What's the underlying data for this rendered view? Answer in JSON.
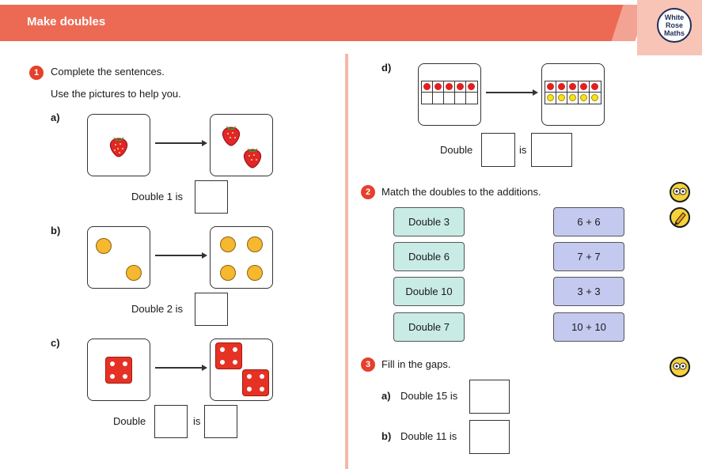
{
  "header": {
    "title": "Make doubles",
    "logo_lines": [
      "White",
      "Rose",
      "Maths"
    ]
  },
  "q1": {
    "number": "1",
    "instruction": "Complete the sentences.",
    "hint": "Use the pictures to help you.",
    "a": {
      "label": "a)",
      "sentence": "Double 1 is"
    },
    "b": {
      "label": "b)",
      "sentence": "Double 2 is"
    },
    "c": {
      "label": "c)",
      "word1": "Double",
      "word2": "is"
    },
    "d": {
      "label": "d)",
      "word1": "Double",
      "word2": "is"
    }
  },
  "q2": {
    "number": "2",
    "instruction": "Match the doubles to the additions.",
    "left": [
      "Double 3",
      "Double 6",
      "Double 10",
      "Double 7"
    ],
    "right": [
      "6 + 6",
      "7 + 7",
      "3 + 3",
      "10 + 10"
    ]
  },
  "q3": {
    "number": "3",
    "instruction": "Fill in the gaps.",
    "a": {
      "label": "a)",
      "sentence": "Double 15 is"
    },
    "b": {
      "label": "b)",
      "sentence": "Double 11 is"
    }
  },
  "icons": {
    "strawberry": "strawberry-icon",
    "counter": "counter-icon",
    "die": "die-four-icon",
    "owl": "owl-badge-icon",
    "pencil": "pencil-badge-icon"
  },
  "colors": {
    "header": "#ec6a54",
    "qnum": "#e5402c",
    "match_left": "#c9ebe6",
    "match_right": "#c4c9ef"
  }
}
